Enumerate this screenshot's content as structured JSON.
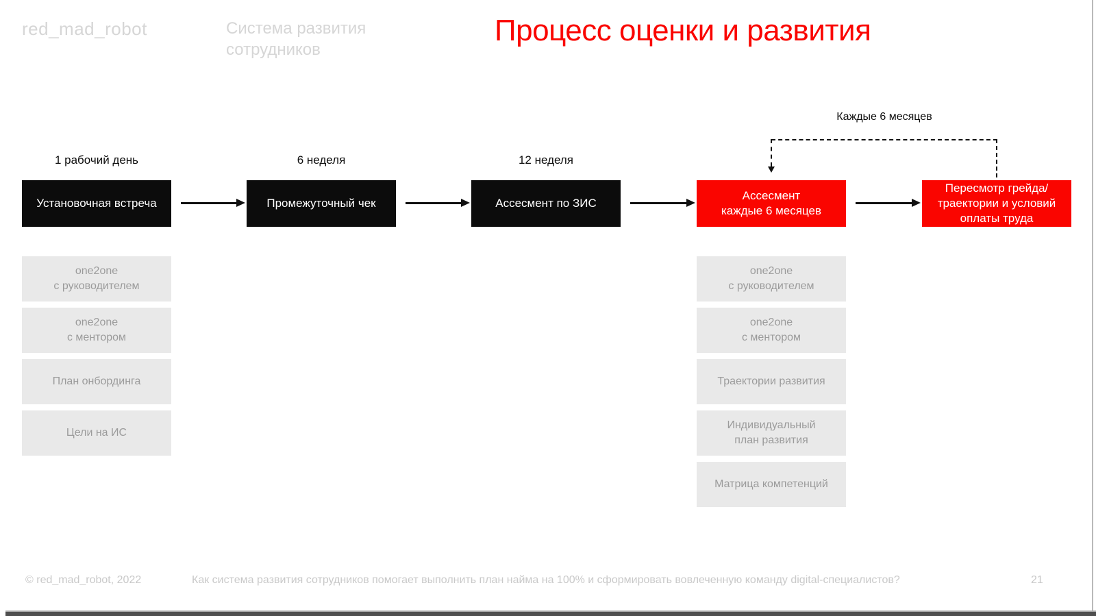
{
  "colors": {
    "accent_red": "#FA0500",
    "box_black": "#0C0C0C",
    "item_bg": "#E9E9E9",
    "item_text": "#9B9B9B",
    "muted_header": "#D6D6D6",
    "footer_text": "#C9C9C9"
  },
  "header": {
    "logo": "red_mad_robot",
    "subtitle": "Система развития\nсотрудников",
    "title": "Процесс оценки и развития"
  },
  "flow": {
    "loop_label": "Каждые 6 месяцев",
    "stages": [
      {
        "duration": "1 рабочий день",
        "title": "Установочная встреча",
        "style": "black",
        "items": [
          "one2one\nс руководителем",
          "one2one\nс ментором",
          "План онбординга",
          "Цели на ИС"
        ]
      },
      {
        "duration": "6 неделя",
        "title": "Промежуточный чек",
        "style": "black",
        "items": []
      },
      {
        "duration": "12 неделя",
        "title": "Ассесмент по ЗИС",
        "style": "black",
        "items": []
      },
      {
        "duration": "",
        "title": "Ассесмент\nкаждые 6 месяцев",
        "style": "red",
        "items": [
          "one2one\nс руководителем",
          "one2one\nс ментором",
          "Траектории развития",
          "Индивидуальный\nплан развития",
          "Матрица компетенций"
        ]
      },
      {
        "duration": "",
        "title": "Пересмотр грейда/\nтраектории и условий\nоплаты труда",
        "style": "red",
        "items": []
      }
    ]
  },
  "footer": {
    "copyright": "© red_mad_robot, 2022",
    "description": "Как система развития сотрудников помогает выполнить план найма на 100% и сформировать вовлеченную команду digital-специалистов?",
    "page_number": "21"
  }
}
